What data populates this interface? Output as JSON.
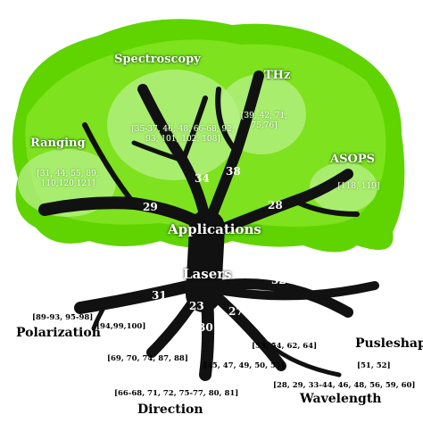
{
  "canopy": {
    "spectroscopy": {
      "label": "Spectroscopy",
      "refs": "[35-37, 46, 48, 66-68, 92, 93, 101, 102, 108]"
    },
    "thz": {
      "label": "THz",
      "refs": "[39, 42, 71, 75,76]"
    },
    "ranging": {
      "label": "Ranging",
      "refs": "[31, 44, 55, 89, 110,120,121]"
    },
    "asops": {
      "label": "ASOPS",
      "refs": "[118, 119]"
    }
  },
  "branch_counts": {
    "ranging": "29",
    "spectroscopy": "34",
    "thz": "38",
    "asops": "28"
  },
  "trunk": {
    "applications": "Applications",
    "lasers": "Lasers"
  },
  "root_counts": {
    "polarization": "31",
    "direction": "23",
    "direction_b": "30",
    "wavelength": "27",
    "pulseshape": "32"
  },
  "roots": {
    "polarization": {
      "label": "Polarization",
      "refs": "[89-93, 95-98]",
      "refs2": "[94,99,100]"
    },
    "direction": {
      "label": "Direction",
      "refs": "[69, 70, 74, 87, 88]",
      "refs2": "[66-68, 71, 72, 75-77, 80, 81]"
    },
    "wavelength": {
      "label": "Wavelength",
      "refs": "[53, 54, 62, 64]",
      "refs2": "[45, 47, 49, 50, 55]",
      "refs3": "[28, 29, 33-44, 46, 48, 56, 59, 60]"
    },
    "pulseshape": {
      "label": "Pusleshape",
      "refs": "[51, 52]"
    }
  },
  "colors": {
    "canopy": "#5fd400",
    "canopy_light": "#b8f08a",
    "trunk": "#111111"
  }
}
